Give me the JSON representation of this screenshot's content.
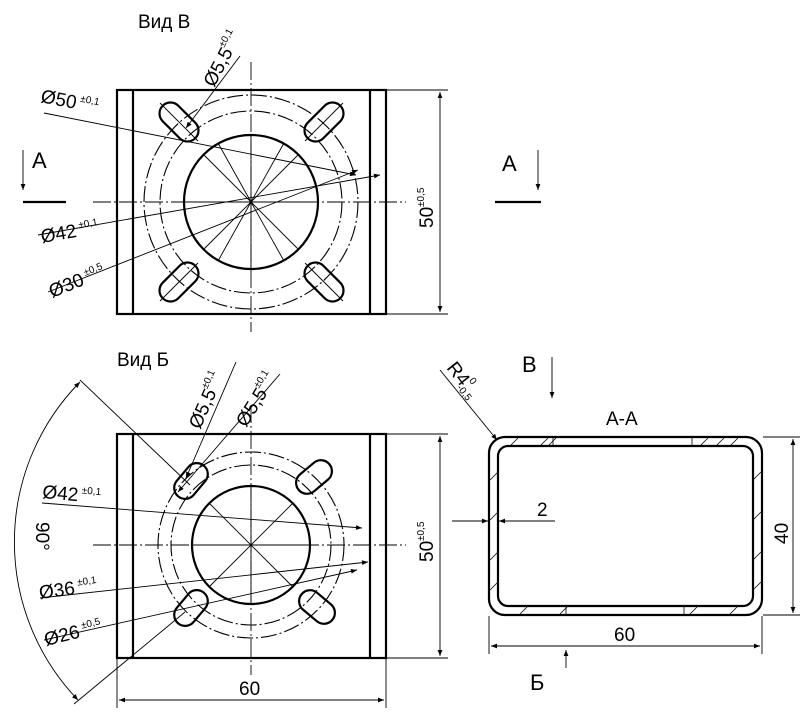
{
  "top_view": {
    "title": "Вид В",
    "hole_dia": "Ø5,5",
    "hole_tol": "±0,1",
    "d50": "Ø50",
    "d50_tol": "±0,1",
    "d42": "Ø42",
    "d42_tol": "±0,1",
    "d30": "Ø30",
    "d30_tol": "±0,5",
    "height": "50",
    "height_tol": "±0,5",
    "section_left": "А",
    "section_right": "А"
  },
  "bottom_view": {
    "title": "Вид Б",
    "hole1_dia": "Ø5,5",
    "hole1_tol": "±0,1",
    "hole2_dia": "Ø5,5",
    "hole2_tol": "±0,1",
    "angle": "90°",
    "d42": "Ø42",
    "d42_tol": "±0,1",
    "d36": "Ø36",
    "d36_tol": "±0,1",
    "d26": "Ø26",
    "d26_tol": "±0,5",
    "height": "50",
    "height_tol": "±0,5",
    "width": "60"
  },
  "section": {
    "title": "А-А",
    "view_b": "В",
    "view_bb": "Б",
    "radius": "R4",
    "radius_tol_top": "0",
    "radius_tol_bottom": "-0,5",
    "wall": "2",
    "height": "40",
    "width": "60"
  }
}
